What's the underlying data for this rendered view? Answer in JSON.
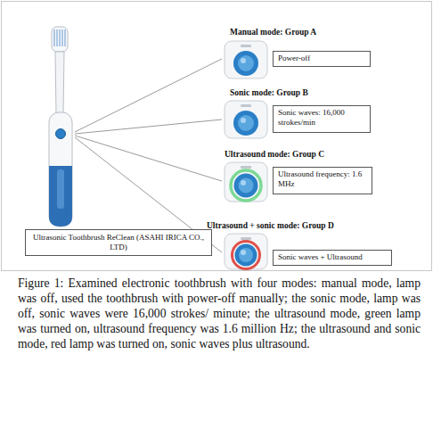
{
  "diagram": {
    "caption": "Figure 1: Examined electronic toothbrush with four modes: manual mode, lamp was off, used the toothbrush with power-off manually; the sonic mode, lamp was off, sonic waves were 16,000 strokes/ minute; the ultrasound mode, green lamp was turned on, ultrasound frequency was 1.6 million Hz; the ultrasound and sonic mode, red lamp was turned on, sonic waves plus ultrasound.",
    "nodes": [
      {
        "text": [
          "Ultrasonic Toothbrush ReClean (ASAHI IRICA CO., LTD)"
        ]
      },
      {
        "text": [
          "Power-off"
        ]
      },
      {
        "text": [
          "Sonic waves: 16,000 strokes/min"
        ]
      },
      {
        "text": [
          "Ultrasound frequency: 1.6 MHz"
        ]
      },
      {
        "text": [
          "Sonic waves + Ultrasound"
        ]
      }
    ],
    "labels": [
      "Manual mode: Group A",
      "Sonic mode: Group B",
      "Ultrasound mode: Group C",
      "Ultrasound + sonic mode: Group D"
    ]
  }
}
